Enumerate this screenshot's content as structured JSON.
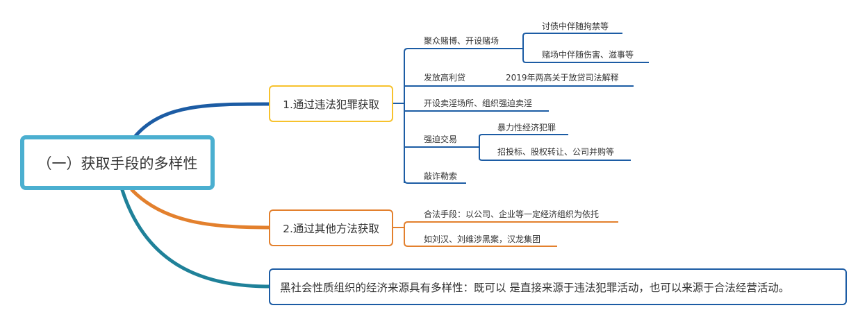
{
  "colors": {
    "root_border": "#4bafd0",
    "branch1": "#1c5ca4",
    "branch1_border": "#f7c22d",
    "branch2": "#e3802d",
    "branch3": "#1f8199",
    "leaf_line": "#1c5ca4"
  },
  "root": {
    "label": "（一）获取手段的多样性"
  },
  "branch1": {
    "label": "1.通过违法犯罪获取",
    "children": [
      {
        "label": "聚众赌博、开设赌场",
        "children": [
          "讨债中伴随拘禁等",
          "赌场中伴随伤害、滋事等"
        ]
      },
      {
        "label": "发放高利贷",
        "children": [
          "2019年两高关于放贷司法解释"
        ]
      },
      {
        "label": "开设卖淫场所、组织强迫卖淫"
      },
      {
        "label": "强迫交易",
        "children": [
          "暴力性经济犯罪",
          "招投标、股权转让、公司并购等"
        ]
      },
      {
        "label": "敲诈勒索"
      }
    ]
  },
  "branch2": {
    "label": "2.通过其他方法获取",
    "children": [
      {
        "label": "合法手段：以公司、企业等一定经济组织为依托"
      },
      {
        "label": "如刘汉、刘维涉黑案，汉龙集团"
      }
    ]
  },
  "branch3": {
    "label": "黑社会性质组织的经济来源具有多样性：既可以 是直接来源于违法犯罪活动，也可以来源于合法经营活动。"
  }
}
